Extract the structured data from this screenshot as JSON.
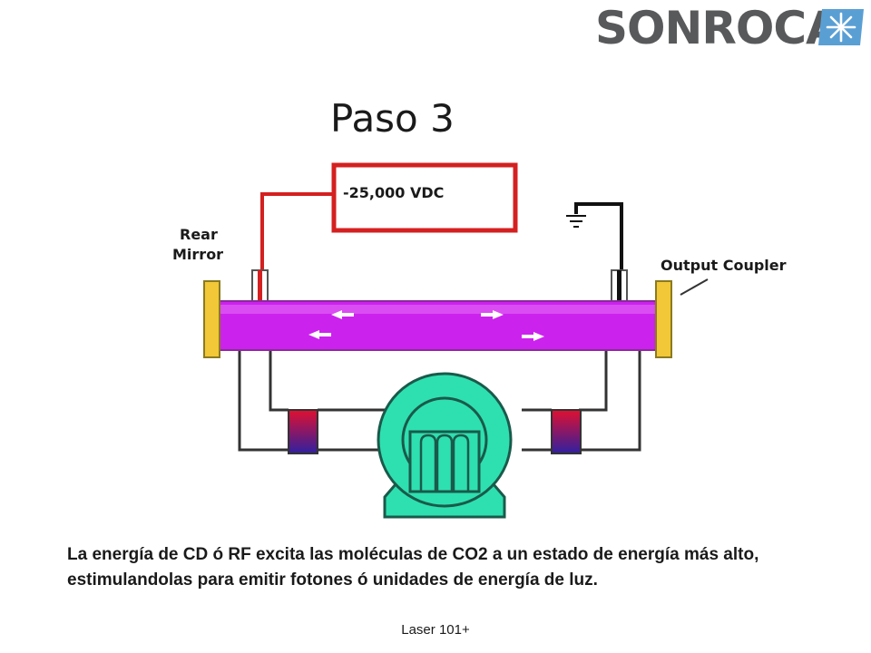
{
  "brand": {
    "name": "SONROCA",
    "text_color": "#58595b",
    "mark_color": "#5a9fd4",
    "mark_icon": "snowflake-icon"
  },
  "slide": {
    "title": "Paso 3",
    "caption": "La energía de CD ó RF excita las moléculas de CO2 a un estado de energía más alto, estimulandolas para emitir fotones ó unidades de energía de luz.",
    "footer": "Laser 101+"
  },
  "diagram": {
    "voltage_label": "-25,000 VDC",
    "rear_mirror_label_line1": "Rear",
    "rear_mirror_label_line2": "Mirror",
    "output_coupler_label": "Output Coupler",
    "ground_icon": "ground-symbol-icon",
    "colors": {
      "tube": "#cc22ee",
      "tube_edge": "#8a2a9a",
      "mirror": "#f2c838",
      "voltage_wire": "#d42020",
      "ground_wire": "#111111",
      "circuit_wire": "#333333",
      "fan": "#2ee0b0",
      "fan_edge": "#1a5a4a",
      "heat_exchanger_top": "#e01030",
      "heat_exchanger_bottom": "#3020a0"
    }
  }
}
